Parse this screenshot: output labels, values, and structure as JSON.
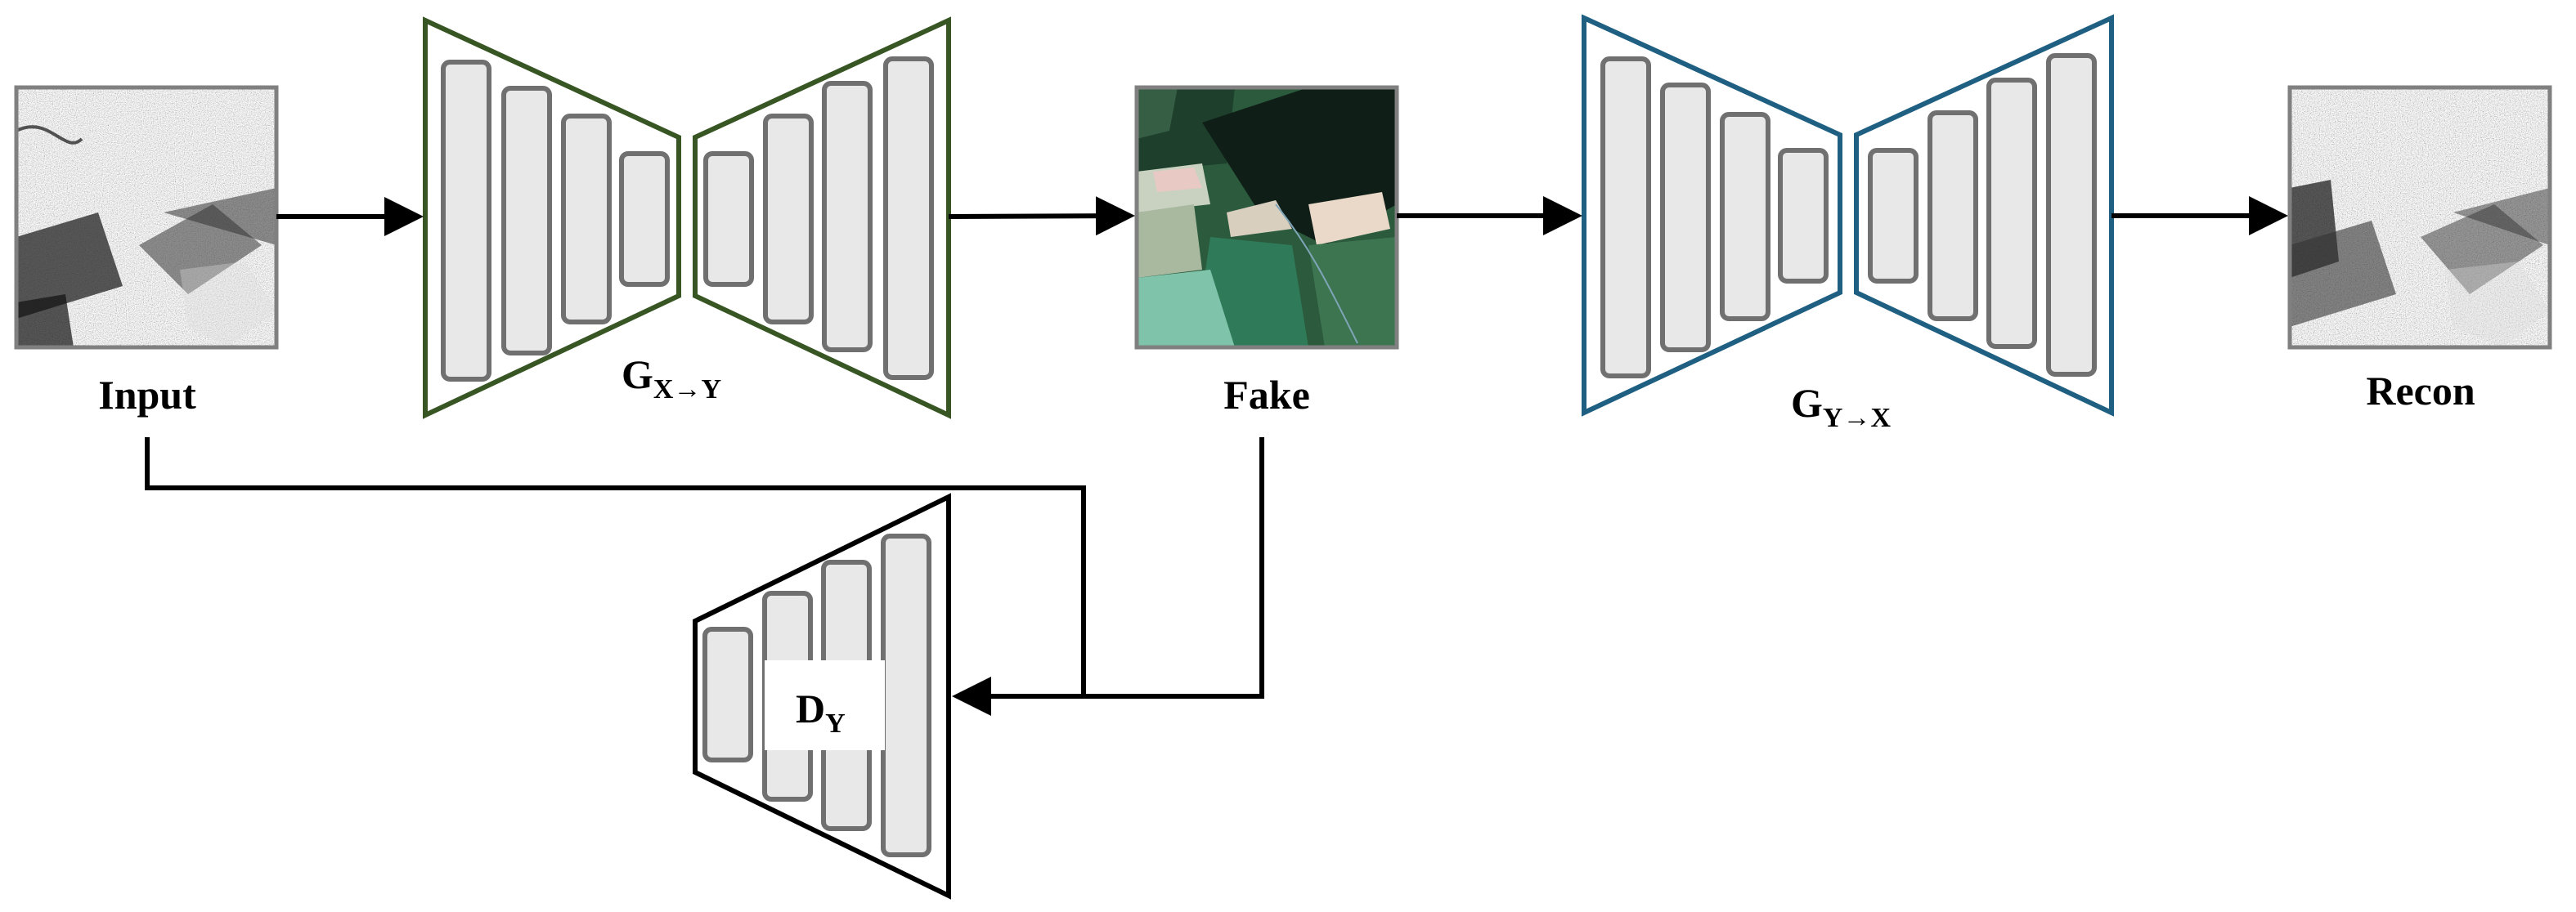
{
  "labels": {
    "input": "Input",
    "fake": "Fake",
    "recon": "Recon",
    "g_xy_main": "G",
    "g_xy_sub": "X→Y",
    "g_yx_main": "G",
    "g_yx_sub": "Y→X",
    "d_y_main": "D",
    "d_y_sub": "Y"
  },
  "colors": {
    "generator_xy_border": "#375623",
    "generator_yx_border": "#1f5f82",
    "discriminator_border": "#000000",
    "block_fill": "#e8e8e8",
    "block_stroke": "#707070"
  },
  "images": {
    "input": "grayscale SAR speckle image",
    "fake": "green optical satellite image",
    "recon": "grayscale SAR speckle image"
  }
}
